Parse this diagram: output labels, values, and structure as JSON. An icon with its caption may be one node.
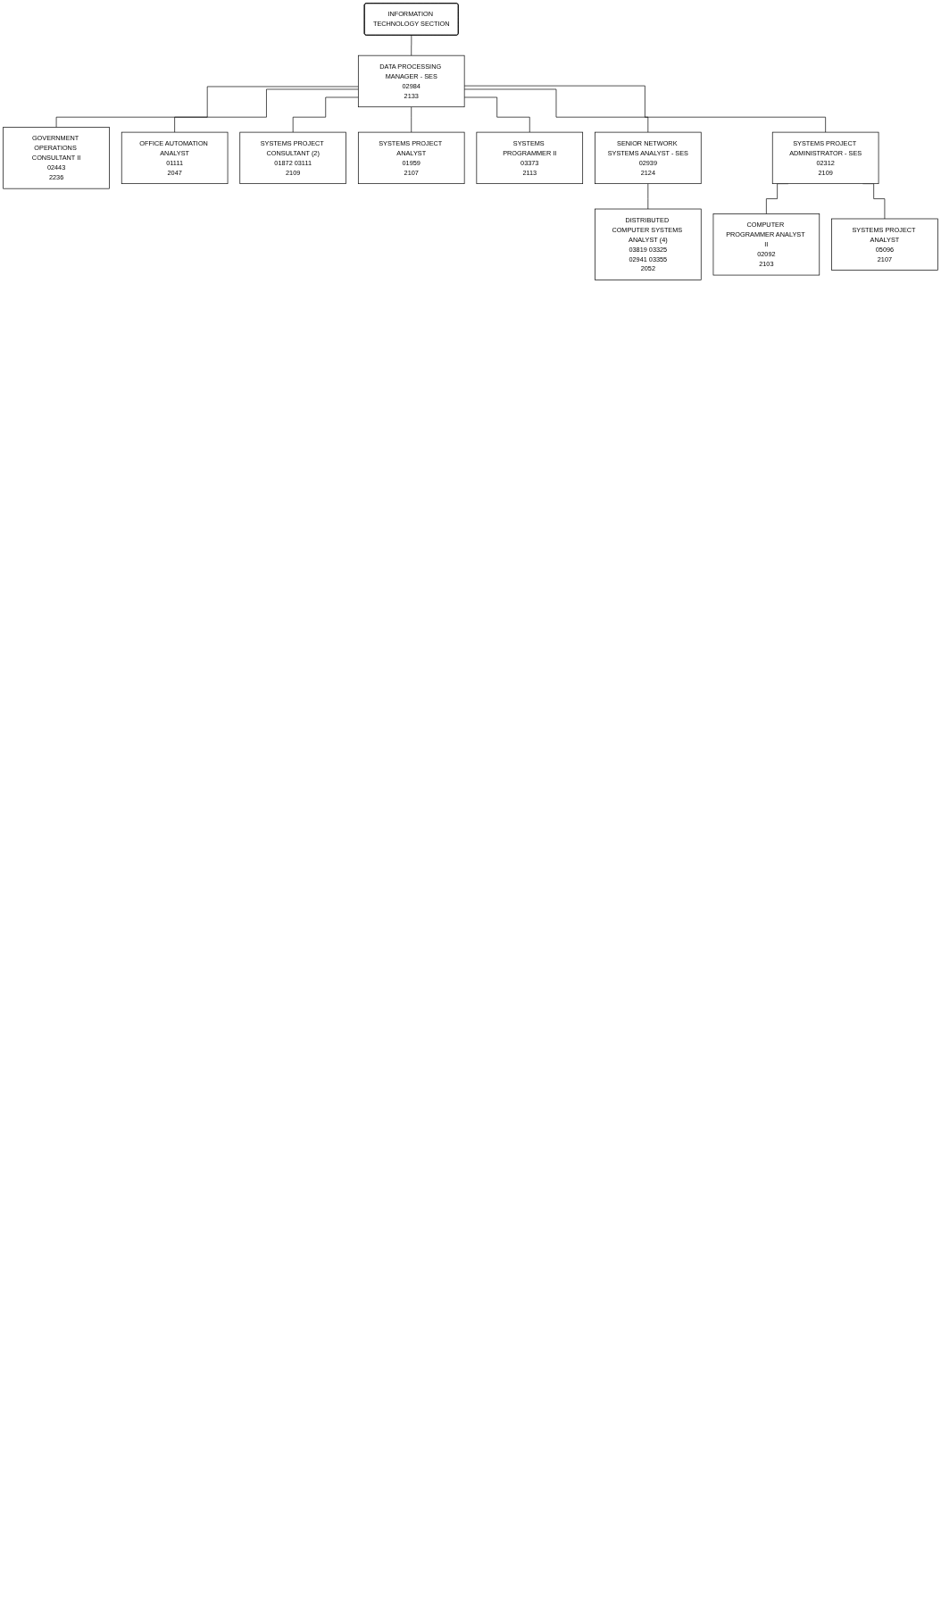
{
  "diagram": {
    "nodes": [
      {
        "text": [
          "INFORMATION TECHNOLOGY SECTION"
        ]
      },
      {
        "text": [
          "DATA PROCESSING MANAGER - SES",
          "02984",
          "2133"
        ]
      },
      {
        "text": [
          "GOVERNMENT OPERATIONS CONSULTANT II",
          "02443",
          "2236"
        ]
      },
      {
        "text": [
          "OFFICE AUTOMATION ANALYST",
          "01111",
          "2047"
        ]
      },
      {
        "text": [
          "SYSTEMS PROJECT CONSULTANT (2)",
          "01872 03111",
          "2109"
        ]
      },
      {
        "text": [
          "SYSTEMS PROJECT ANALYST",
          "01959",
          "2107"
        ]
      },
      {
        "text": [
          "SYSTEMS PROGRAMMER II",
          "03373",
          "2113"
        ]
      },
      {
        "text": [
          "SENIOR NETWORK SYSTEMS ANALYST - SES",
          "02939",
          "2124"
        ]
      },
      {
        "text": [
          "SYSTEMS PROJECT ADMINISTRATOR - SES",
          "02312",
          "2109"
        ]
      },
      {
        "text": [
          "DISTRIBUTED COMPUTER SYSTEMS ANALYST (4)",
          "03819 03325",
          "02941 03355",
          "2052"
        ]
      },
      {
        "text": [
          "COMPUTER PROGRAMMER ANALYST II",
          "02092",
          "2103"
        ]
      },
      {
        "text": [
          "SYSTEMS PROJECT ANALYST",
          "05096",
          "2107"
        ]
      }
    ],
    "edges": [
      {
        "from": 0,
        "to": 1,
        "arrow": "none"
      },
      {
        "from": 1,
        "to": 2,
        "arrow": "none"
      },
      {
        "from": 1,
        "to": 3,
        "arrow": "none"
      },
      {
        "from": 1,
        "to": 4,
        "arrow": "none"
      },
      {
        "from": 1,
        "to": 5,
        "arrow": "none"
      },
      {
        "from": 1,
        "to": 6,
        "arrow": "none"
      },
      {
        "from": 1,
        "to": 7,
        "arrow": "none"
      },
      {
        "from": 1,
        "to": 8,
        "arrow": "none"
      },
      {
        "from": 7,
        "to": 9,
        "arrow": "none"
      },
      {
        "from": 8,
        "to": 10,
        "arrow": "none"
      },
      {
        "from": 8,
        "to": 11,
        "arrow": "none"
      }
    ]
  }
}
